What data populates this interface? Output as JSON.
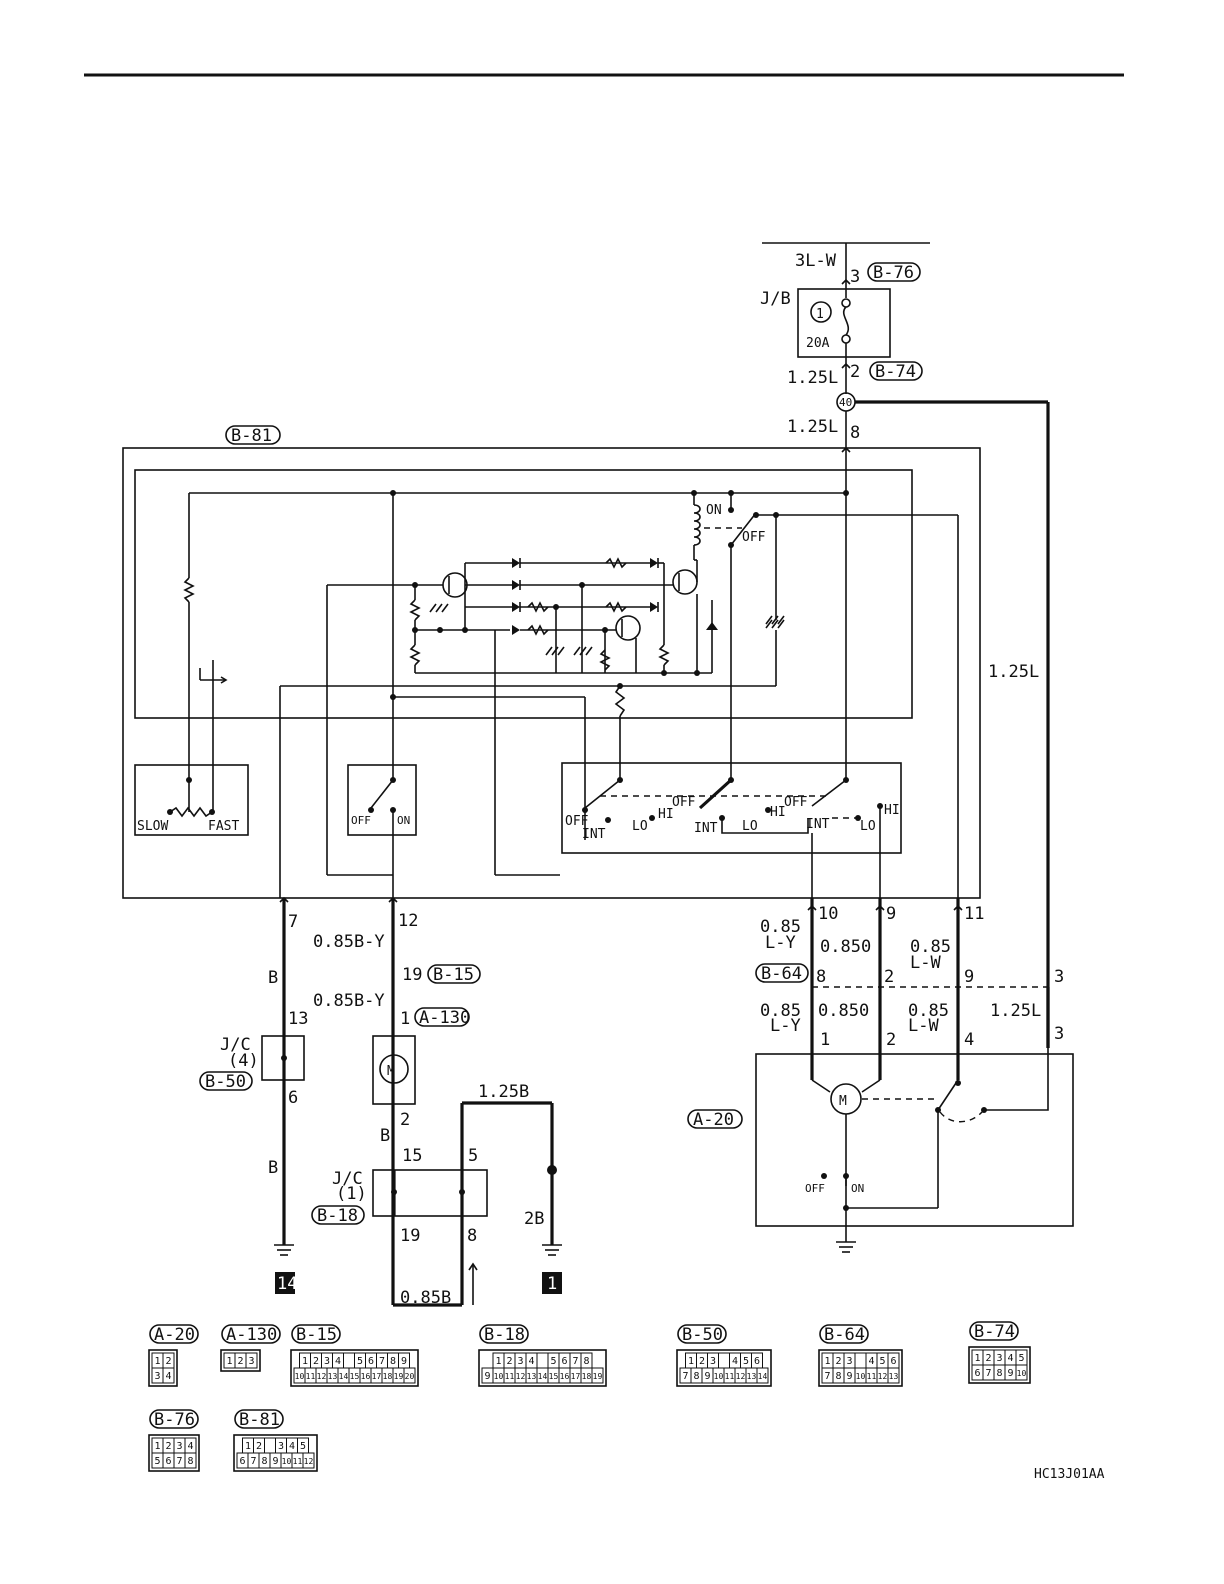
{
  "header": {},
  "diagram_code": "HC13J01AA",
  "supply": {
    "wire_top": "3L-W",
    "pin_top": "3",
    "conn_top": "B-76",
    "jb_label": "J/B",
    "fuse_no": "1",
    "fuse_rating": "20A",
    "wire_fuse_out": "1.25L",
    "pin_fuse_out": "2",
    "conn_fuse_out": "B-74",
    "splice": "40",
    "wire_switch_in": "1.25L",
    "pin_switch_in": "8",
    "wire_right_branch": "1.25L"
  },
  "switch_assembly": {
    "conn": "B-81",
    "relay_on": "ON",
    "relay_off": "OFF",
    "volume_slow": "SLOW",
    "volume_fast": "FAST",
    "washer_off": "OFF",
    "washer_on": "ON",
    "pos_off": "OFF",
    "pos_int": "INT",
    "pos_lo": "LO",
    "pos_hi": "HI"
  },
  "left_branch": {
    "pin_top": "7",
    "wire_1": "B",
    "jc_label": "J/C",
    "jc_num": "(4)",
    "jc_conn": "B-50",
    "pin_in": "13",
    "pin_out": "6",
    "wire_2": "B",
    "ground_no": "14"
  },
  "washer_branch": {
    "pin_top": "12",
    "wire_1": "0.85B-Y",
    "pin_mid": "19",
    "conn_mid": "B-15",
    "wire_2": "0.85B-Y",
    "pin_motor": "1",
    "conn_motor": "A-130",
    "pin_motor_out": "2",
    "wire_3": "B",
    "jc_label": "J/C",
    "jc_num": "(1)",
    "jc_conn": "B-18",
    "pin_15": "15",
    "pin_5": "5",
    "pin_19": "19",
    "pin_8": "8",
    "wire_loop": "0.85B",
    "wire_right": "1.25B",
    "wire_ground": "2B",
    "ground_no": "1"
  },
  "motor_branch": {
    "pins_top": [
      "10",
      "9",
      "11"
    ],
    "wire_a1": "0.85",
    "wire_a2": "L-Y",
    "wire_b": "0.850",
    "wire_c1": "0.85",
    "wire_c2": "L-W",
    "conn_mid": "B-64",
    "pins_mid": [
      "8",
      "2",
      "9",
      "3"
    ],
    "wire_d": "1.25L",
    "pins_motor": [
      "1",
      "2",
      "4",
      "3"
    ],
    "motor_conn": "A-20",
    "park_off": "OFF",
    "park_on": "ON"
  },
  "connectors": [
    {
      "label": "A-20",
      "rows": [
        [
          "1",
          "2"
        ],
        [
          "3",
          "4"
        ]
      ]
    },
    {
      "label": "A-130",
      "rows": [
        [
          "1",
          "2",
          "3"
        ]
      ]
    },
    {
      "label": "B-15",
      "rows": [
        [
          "1",
          "2",
          "3",
          "4",
          "",
          "5",
          "6",
          "7",
          "8",
          "9"
        ],
        [
          "10",
          "11",
          "12",
          "13",
          "14",
          "15",
          "16",
          "17",
          "18",
          "19",
          "20"
        ]
      ]
    },
    {
      "label": "B-18",
      "rows": [
        [
          "1",
          "2",
          "3",
          "4",
          "",
          "5",
          "6",
          "7",
          "8"
        ],
        [
          "9",
          "10",
          "11",
          "12",
          "13",
          "14",
          "15",
          "16",
          "17",
          "18",
          "19"
        ]
      ]
    },
    {
      "label": "B-50",
      "rows": [
        [
          "1",
          "2",
          "3",
          "",
          "4",
          "5",
          "6"
        ],
        [
          "7",
          "8",
          "9",
          "10",
          "11",
          "12",
          "13",
          "14"
        ]
      ]
    },
    {
      "label": "B-64",
      "rows": [
        [
          "1",
          "2",
          "3",
          "",
          "4",
          "5",
          "6"
        ],
        [
          "7",
          "8",
          "9",
          "10",
          "11",
          "12",
          "13"
        ]
      ]
    },
    {
      "label": "B-74",
      "rows": [
        [
          "1",
          "2",
          "3",
          "4",
          "5"
        ],
        [
          "6",
          "7",
          "8",
          "9",
          "10"
        ]
      ]
    },
    {
      "label": "B-76",
      "rows": [
        [
          "1",
          "2",
          "3",
          "4"
        ],
        [
          "5",
          "6",
          "7",
          "8"
        ]
      ]
    },
    {
      "label": "B-81",
      "rows": [
        [
          "1",
          "2",
          "",
          "3",
          "4",
          "5"
        ],
        [
          "6",
          "7",
          "8",
          "9",
          "10",
          "11",
          "12"
        ]
      ]
    }
  ]
}
